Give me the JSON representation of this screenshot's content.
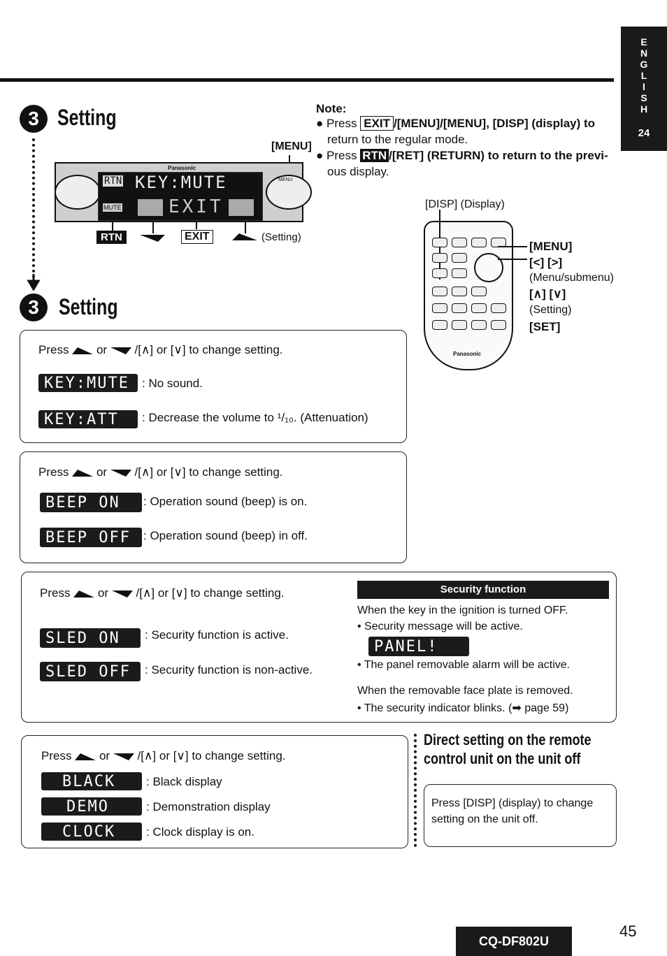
{
  "side_tab": {
    "letters": [
      "E",
      "N",
      "G",
      "L",
      "I",
      "S",
      "H"
    ],
    "number": "24"
  },
  "section1": {
    "number": "3",
    "title": "Setting",
    "menu_label": "[MENU]",
    "display": {
      "brand": "Panasonic",
      "rtn": "RTN",
      "main_text": "KEY:MUTE",
      "exit_text": "EXIT",
      "mute": "MUTE",
      "menu_small": "MENU"
    },
    "legend": {
      "rtn": "RTN",
      "exit": "EXIT",
      "setting": "(Setting)"
    }
  },
  "note": {
    "title": "Note:",
    "line1_pre": "Press",
    "line1_btn": "EXIT",
    "line1_post": "/[MENU]/[MENU], [DISP] (display) to",
    "line1_cont": "return to the regular mode.",
    "line2_pre": "Press",
    "line2_btn": "RTN",
    "line2_post": "/[RET] (RETURN) to return to the previ-",
    "line2_cont": "ous display."
  },
  "remote": {
    "disp_label": "[DISP] (Display)",
    "menu": "[MENU]",
    "lr": "[<] [>]",
    "menu_sub": "(Menu/submenu)",
    "ud": "[∧] [∨]",
    "setting": "(Setting)",
    "set": "[SET]",
    "brand": "Panasonic"
  },
  "section2": {
    "number": "3",
    "title": "Setting"
  },
  "box1": {
    "press": "Press",
    "or": "or",
    "rest": "/[∧] or [∨] to change setting.",
    "opt1_lcd": "KEY:MUTE",
    "opt1_text": ": No sound.",
    "opt2_lcd": "KEY:ATT",
    "opt2_text": ": Decrease the volume to ¹/₁₀. (Attenuation)"
  },
  "box2": {
    "press": "Press",
    "or": "or",
    "rest": "/[∧] or [∨] to change setting.",
    "opt1_lcd": "BEEP ON",
    "opt1_text": ": Operation sound (beep) is on.",
    "opt2_lcd": "BEEP OFF",
    "opt2_text": ": Operation sound (beep) in off."
  },
  "box3": {
    "press": "Press",
    "or": "or",
    "rest": "/[∧] or [∨] to change setting.",
    "opt1_lcd": "SLED ON",
    "opt1_text": ": Security function is active.",
    "opt2_lcd": "SLED OFF",
    "opt2_text": ": Security function is non-active.",
    "security_title": "Security function",
    "sec_line1": "When the key in the ignition is turned OFF.",
    "sec_line2": "• Security message will be active.",
    "panel_lcd": "PANEL!",
    "sec_line3": "• The panel removable alarm will be active.",
    "sec_line4": "When the removable face plate is removed.",
    "sec_line5": "• The security indicator blinks. (➡ page 59)"
  },
  "box4": {
    "press": "Press",
    "or": "or",
    "rest": "/[∧] or [∨] to change setting.",
    "opt1_lcd": "BLACK",
    "opt1_text": ": Black display",
    "opt2_lcd": "DEMO",
    "opt2_text": ": Demonstration display",
    "opt3_lcd": "CLOCK",
    "opt3_text": ": Clock display is on."
  },
  "direct": {
    "title_line1": "Direct setting on the remote",
    "title_line2": "control unit on the unit off",
    "body_line1": "Press [DISP] (display) to change",
    "body_line2": "setting on the unit off."
  },
  "footer": {
    "model": "CQ-DF802U",
    "page": "45"
  }
}
